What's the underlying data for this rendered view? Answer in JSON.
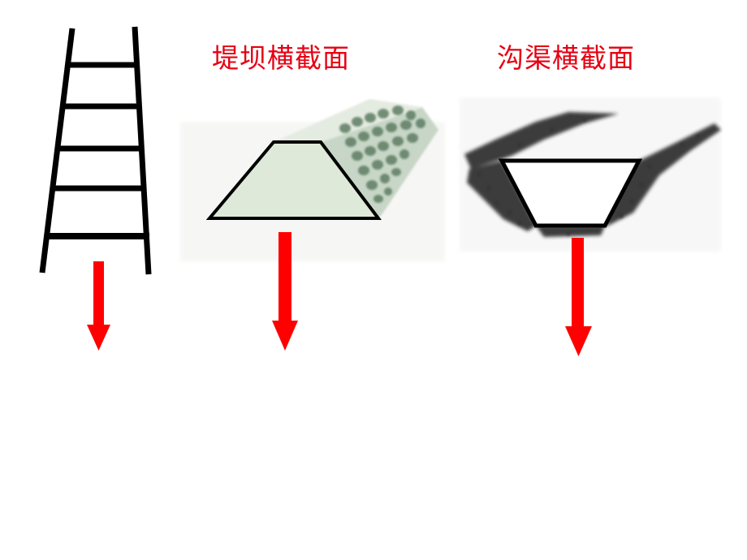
{
  "labels": {
    "dam_cross_section": "堤坝横截面",
    "ditch_cross_section": "沟渠横截面"
  },
  "figures": [
    {
      "id": "ladder",
      "description": "ladder with 5 rungs, trapezoid shape",
      "shape": "trapezoid"
    },
    {
      "id": "dam",
      "description": "embankment dam illustration with trapezoid cross-section outline",
      "shape": "trapezoid"
    },
    {
      "id": "ditch",
      "description": "ditch/channel illustration with inverted trapezoid cross-section outline",
      "shape": "inverted-trapezoid"
    }
  ],
  "arrows": [
    {
      "id": "arrow-ladder",
      "direction": "down"
    },
    {
      "id": "arrow-dam",
      "direction": "down"
    },
    {
      "id": "arrow-ditch",
      "direction": "down"
    }
  ],
  "colors": {
    "label_red": "#e60012",
    "arrow_red": "#ff0000",
    "outline_black": "#000000",
    "dam_fill": "#dfe9d9",
    "dam_stones": "#5f7d64"
  }
}
